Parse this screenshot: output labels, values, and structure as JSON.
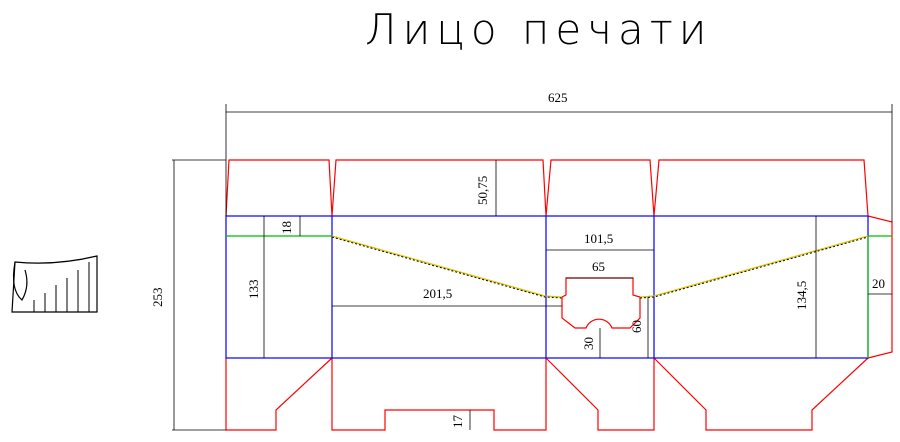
{
  "title": "Лицо печати",
  "dimensions": {
    "overall_width": "625",
    "overall_height": "253",
    "top_flap": "50,75",
    "band": "18",
    "panel_height": "133",
    "right_panel_height": "134,5",
    "window_width": "101,5",
    "handle_width": "65",
    "left_offset": "201,5",
    "handle_depth": "30",
    "handle_height": "60",
    "glue_tab": "20",
    "bottom_tab": "17"
  },
  "colors": {
    "cut_line": "#ff0000",
    "fold_line": "#0000ff",
    "crease_line": "#00bb00",
    "dimension_line": "#000000",
    "wave_line": "#e0c400"
  }
}
